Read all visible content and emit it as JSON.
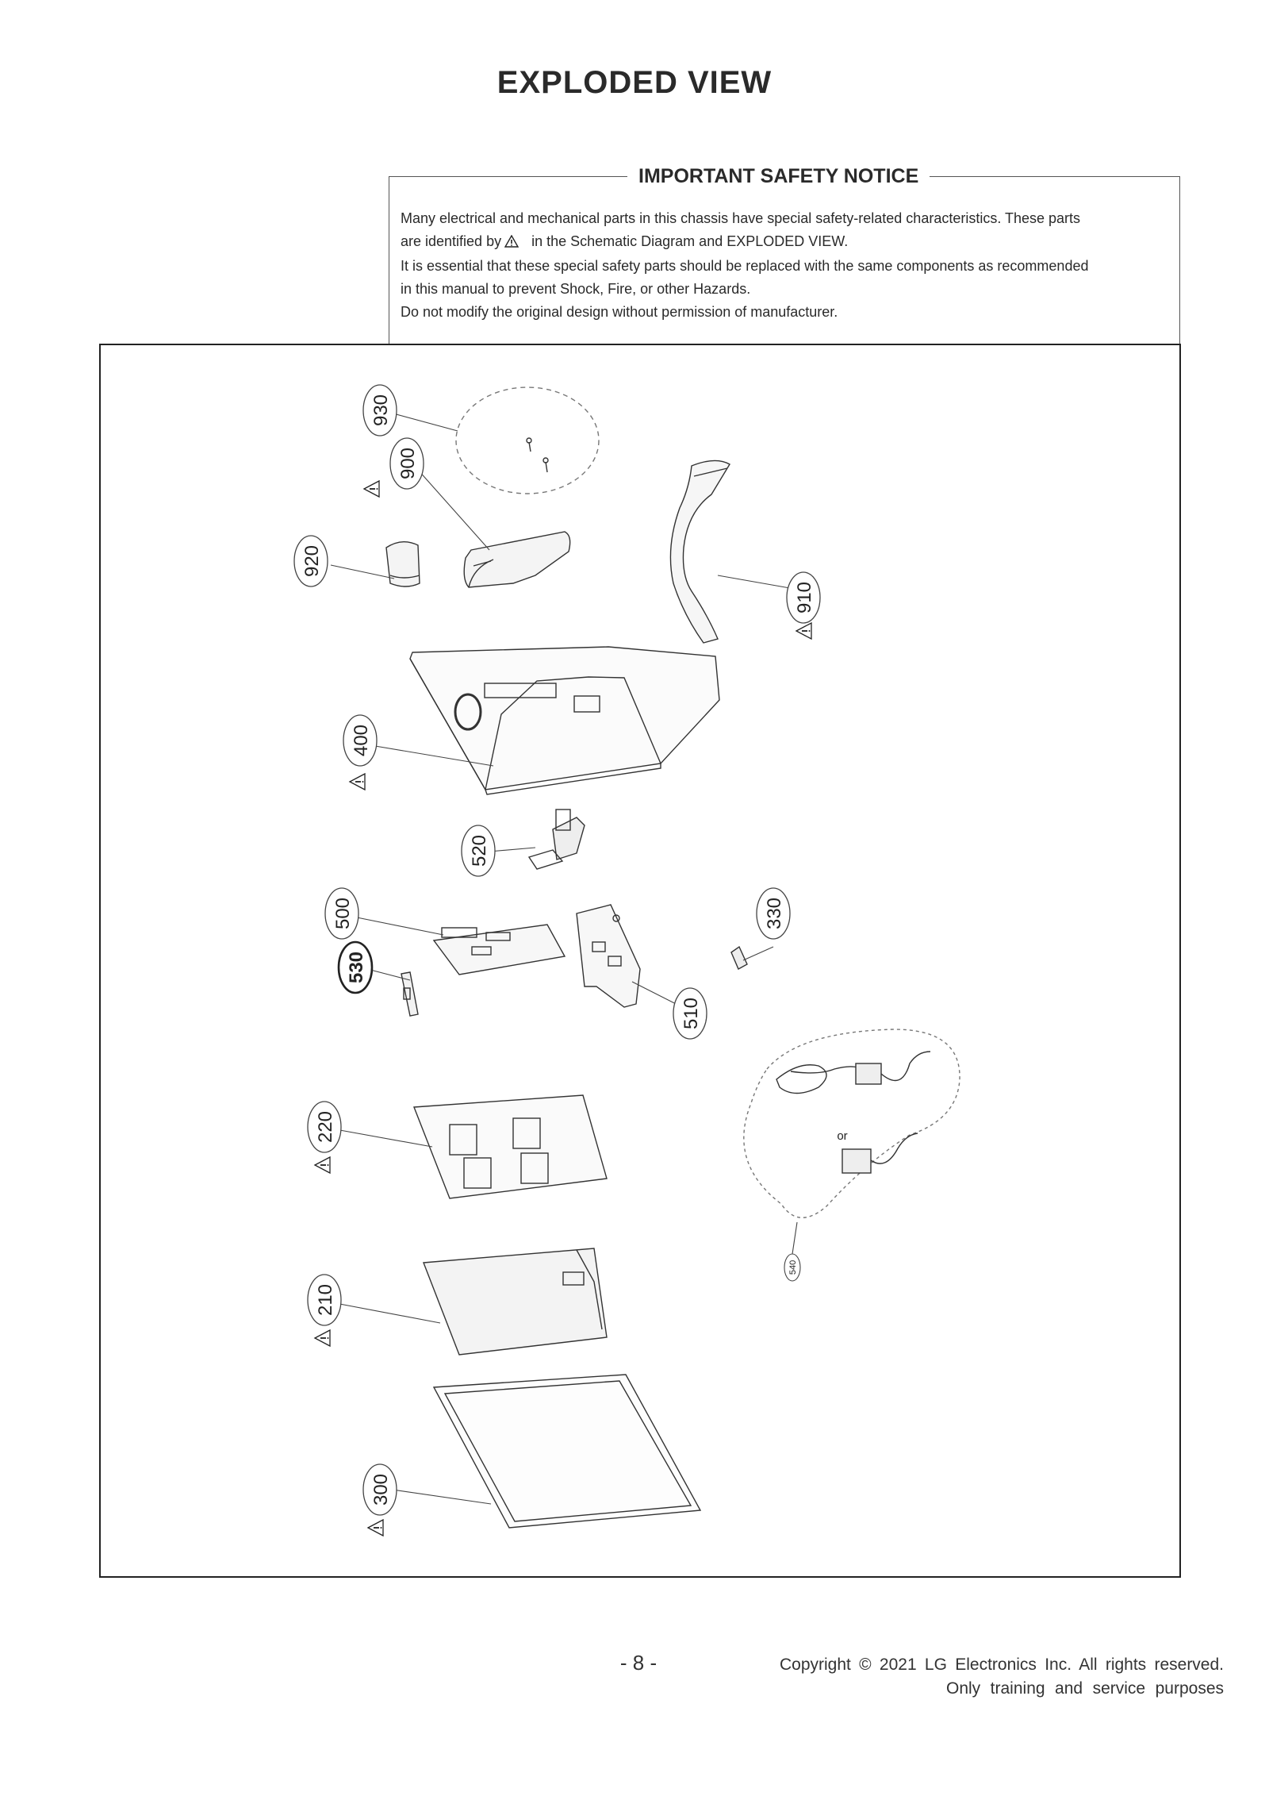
{
  "page": {
    "title": "EXPLODED  VIEW",
    "page_number": "- 8 -",
    "copyright_line1": "Copyright © 2021 LG Electronics Inc. All rights reserved.",
    "copyright_line2": "Only training and service purposes"
  },
  "notice": {
    "title": "IMPORTANT SAFETY NOTICE",
    "line1": "Many electrical and mechanical parts in this chassis have special safety-related characteristics. These parts",
    "line2a": "are identified by",
    "line2b": "in the Schematic Diagram and EXPLODED VIEW.",
    "line3": "It is essential that these special safety parts should be replaced with the same components as recommended",
    "line4": "in this manual to prevent Shock, Fire, or other Hazards.",
    "line5": "Do not modify the original design without permission of manufacturer."
  },
  "parts": [
    {
      "id": "930",
      "safety": false
    },
    {
      "id": "900",
      "safety": true
    },
    {
      "id": "920",
      "safety": false
    },
    {
      "id": "910",
      "safety": true
    },
    {
      "id": "400",
      "safety": true
    },
    {
      "id": "520",
      "safety": false
    },
    {
      "id": "500",
      "safety": false
    },
    {
      "id": "530",
      "safety": false
    },
    {
      "id": "510",
      "safety": false
    },
    {
      "id": "330",
      "safety": false
    },
    {
      "id": "220",
      "safety": true
    },
    {
      "id": "540",
      "safety": false
    },
    {
      "id": "210",
      "safety": true
    },
    {
      "id": "300",
      "safety": true
    }
  ],
  "adapter_alt_label": "or",
  "icons": {
    "safety_mark": "warning-triangle-icon"
  }
}
